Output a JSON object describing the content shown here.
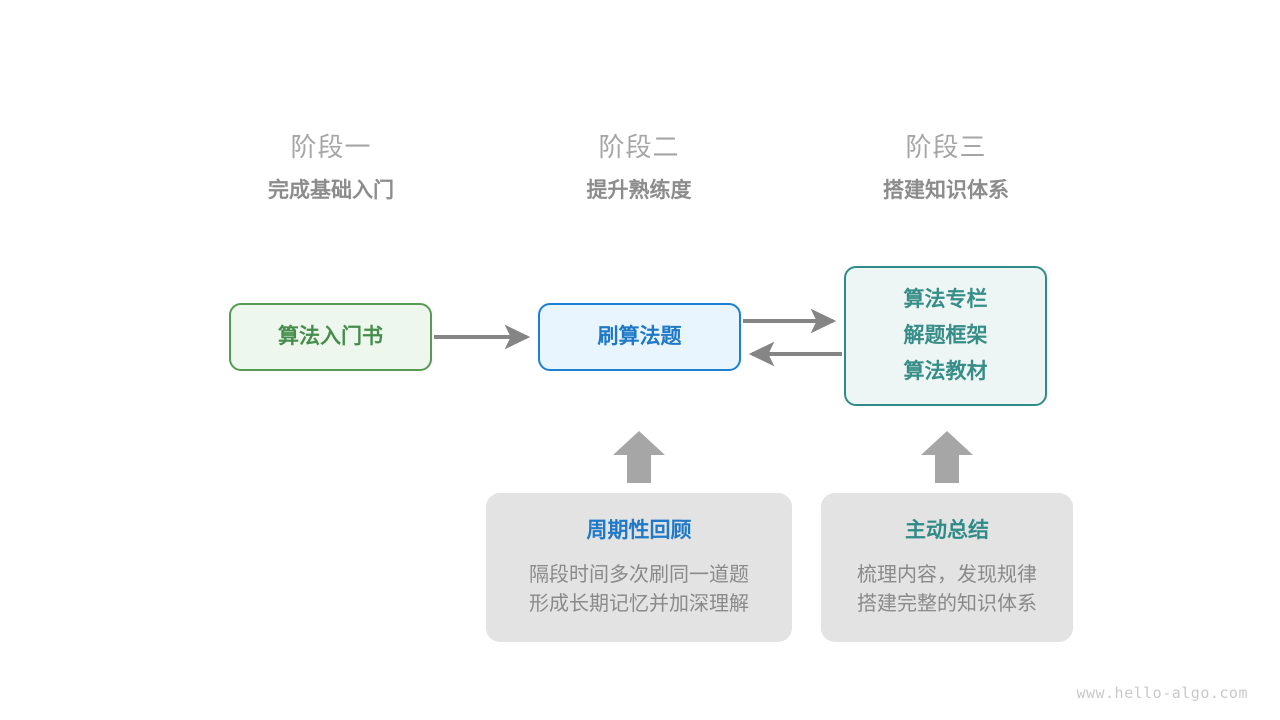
{
  "page": {
    "background": "#ffffff",
    "watermark": "www.hello-algo.com"
  },
  "phases": [
    {
      "title": "阶段一",
      "subtitle": "完成基础入门"
    },
    {
      "title": "阶段二",
      "subtitle": "提升熟练度"
    },
    {
      "title": "阶段三",
      "subtitle": "搭建知识体系"
    }
  ],
  "nodes": {
    "book": {
      "label": "算法入门书",
      "border_color": "#569a54",
      "fill_color": "#eef7ee",
      "text_color": "#468d4c"
    },
    "practice": {
      "label": "刷算法题",
      "border_color": "#1b7fd4",
      "fill_color": "#e8f4fe",
      "text_color": "#1f79c6"
    },
    "system": {
      "lines": [
        "算法专栏",
        "解题框架",
        "算法教材"
      ],
      "border_color": "#2e8b87",
      "fill_color": "#edf6f4",
      "text_color": "#378d87"
    }
  },
  "tips": {
    "review": {
      "title": "周期性回顾",
      "title_color": "#1f79c6",
      "lines": [
        "隔段时间多次刷同一道题",
        "形成长期记忆并加深理解"
      ],
      "fill_color": "#e3e3e3"
    },
    "summary": {
      "title": "主动总结",
      "title_color": "#2e8b87",
      "lines": [
        "梳理内容，发现规律",
        "搭建完整的知识体系"
      ],
      "fill_color": "#e3e3e3"
    }
  },
  "connectors": {
    "color": "#858585",
    "items": [
      {
        "name": "book-to-practice",
        "direction": "right"
      },
      {
        "name": "practice-to-system",
        "direction": "right"
      },
      {
        "name": "system-to-practice",
        "direction": "left"
      },
      {
        "name": "review-to-practice",
        "direction": "up"
      },
      {
        "name": "summary-to-system",
        "direction": "up"
      }
    ]
  }
}
